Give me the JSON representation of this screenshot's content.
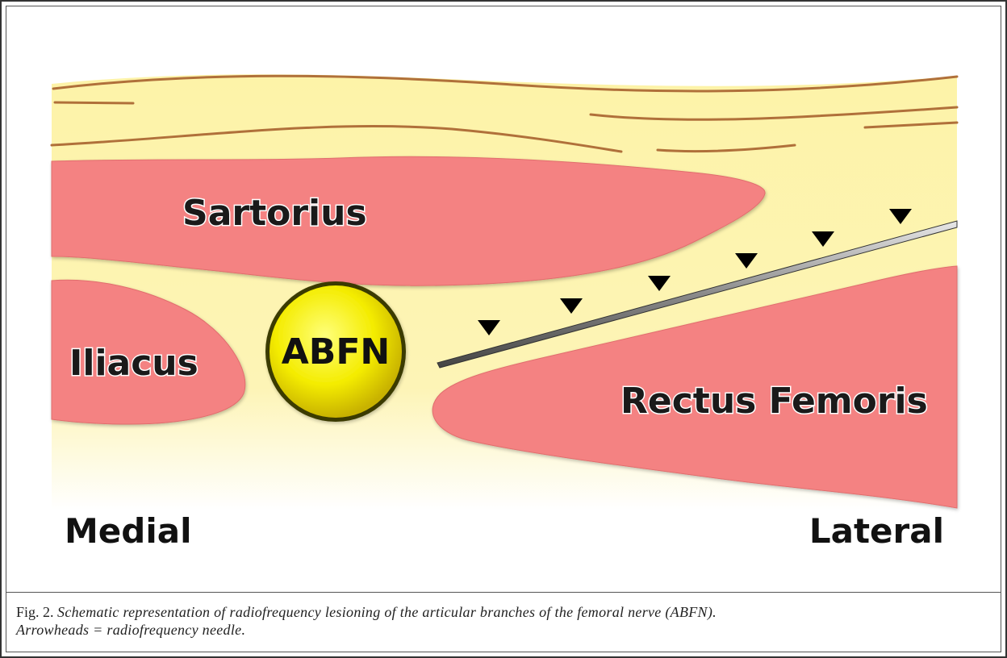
{
  "labels": {
    "sartorius": "Sartorius",
    "iliacus": "Iliacus",
    "abfn": "ABFN",
    "rectus_femoris": "Rectus Femoris",
    "medial": "Medial",
    "lateral": "Lateral"
  },
  "caption": {
    "fig_label": "Fig. 2.",
    "line1": "Schematic representation of radiofrequency lesioning of the articular branches of the femoral nerve (ABFN).",
    "line2": "Arrowheads = radiofrequency needle."
  },
  "colors": {
    "fat": "#fdf3a8",
    "muscle": "#f48282",
    "fascia": "#b0703a",
    "nerve": "#f2e600",
    "needle": "#6e6e6e"
  }
}
